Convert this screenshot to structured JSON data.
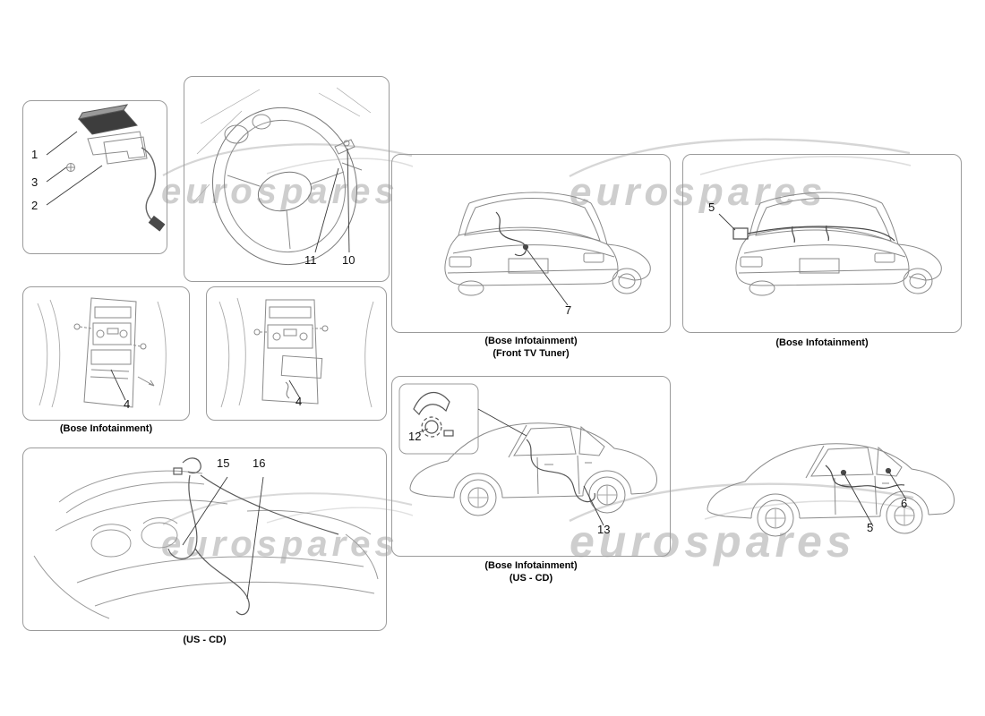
{
  "watermark": {
    "text": "eurospares"
  },
  "colors": {
    "watermark": "#c6c6c6",
    "line_art": "#8a8a8a",
    "panel_border": "#9b9b9b",
    "callout_text": "#111111"
  },
  "panels": {
    "gps": {
      "callouts": [
        "1",
        "3",
        "2"
      ]
    },
    "steering": {
      "callouts": [
        "11",
        "10"
      ]
    },
    "dash_left": {
      "callouts": [
        "4"
      ],
      "caption": "(Bose Infotainment)"
    },
    "dash_right": {
      "callouts": [
        "4"
      ]
    },
    "rear_shelf": {
      "callouts": [
        "15",
        "16"
      ],
      "caption": "(US - CD)"
    },
    "car_front_tv": {
      "callouts": [
        "7"
      ],
      "caption1": "(Bose Infotainment)",
      "caption2": "(Front TV Tuner)"
    },
    "car_bose": {
      "callouts": [
        "5"
      ],
      "caption": "(Bose Infotainment)"
    },
    "car_us_cd": {
      "callouts": [
        "12",
        "13"
      ],
      "caption1": "(Bose Infotainment)",
      "caption2": "(US - CD)"
    },
    "car_rear_harness": {
      "callouts": [
        "6",
        "5"
      ]
    }
  }
}
